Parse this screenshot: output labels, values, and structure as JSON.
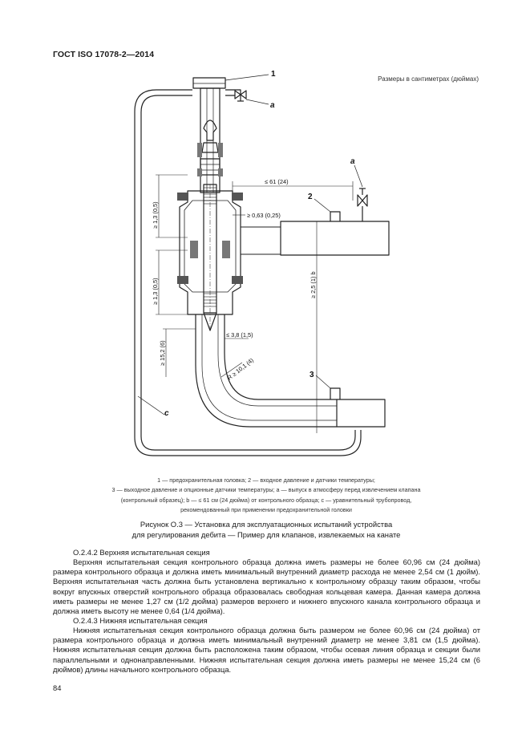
{
  "header": {
    "standard": "ГОСТ ISO 17078-2—2014"
  },
  "figure": {
    "units_note": "Размеры в сантиметрах (дюймах)",
    "callouts": {
      "one": "1",
      "two": "2",
      "three": "3",
      "a": "a",
      "b": "b",
      "c": "c"
    },
    "dims": {
      "d_61": "≤ 61 (24)",
      "d_063": "≥ 0,63 (0,25)",
      "d_13_upper": "≥ 1,3 (0,5)",
      "d_13_lower": "≥ 1,3 (0,5)",
      "d_25": "≥ 2,5 (1) b",
      "d_38": "≤ 3,8 (1,5)",
      "d_152": "≥ 15,2 (6)",
      "d_r": "R ≥ 10,1 (4)"
    }
  },
  "legend": {
    "line1": "1 — предохранительная головка; 2 — входное давление и датчики температуры;",
    "line2": "3 — выходное давление и опционные датчики температуры; a — выпуск в атмосферу перед извлечением клапана",
    "line3": "(контрольный образец); b — ≤ 61 см (24 дюйма) от контрольного образца; c — уравнительный трубопровод,",
    "line4": "рекомендованный при применении предохранительной головки"
  },
  "caption": {
    "line1": "Рисунок O.3 — Установка для эксплуатационных испытаний устройства",
    "line2": "для регулирования дебита — Пример для клапанов, извлекаемых на канате"
  },
  "section_upper": {
    "heading": "O.2.4.2 Верхняя испытательная секция",
    "text": "Верхняя испытательная секция контрольного образца должна иметь размеры не более 60,96 см (24 дюйма) размера контрольного образца и должна иметь минимальный внутренний диаметр расхода не менее 2,54 см (1 дюйм). Верхняя испытательная часть должна быть установлена вертикально к контрольному образцу таким образом, чтобы вокруг впускных отверстий контрольного образца образовалась свободная кольцевая камера. Данная камера должна иметь размеры не менее 1,27 см (1/2 дюйма) размеров верхнего и нижнего впускного канала контрольного образца и должна иметь высоту не менее 0,64 (1/4 дюйма)."
  },
  "section_lower": {
    "heading": "O.2.4.3 Нижняя испытательная секция",
    "text": "Нижняя испытательная секция контрольного образца должна быть размером не более 60,96 см (24 дюйма) от размера контрольного образца и должна иметь минимальный внутренний диаметр не менее 3,81 см (1,5 дюйма). Нижняя испытательная секция должна быть расположена таким образом, чтобы осевая линия образца и секции были параллельными и однонаправленными. Нижняя испытательная секция должна иметь размеры не менее 15,24 см (6 дюймов) длины начального контрольного образца."
  },
  "page_number": "84"
}
